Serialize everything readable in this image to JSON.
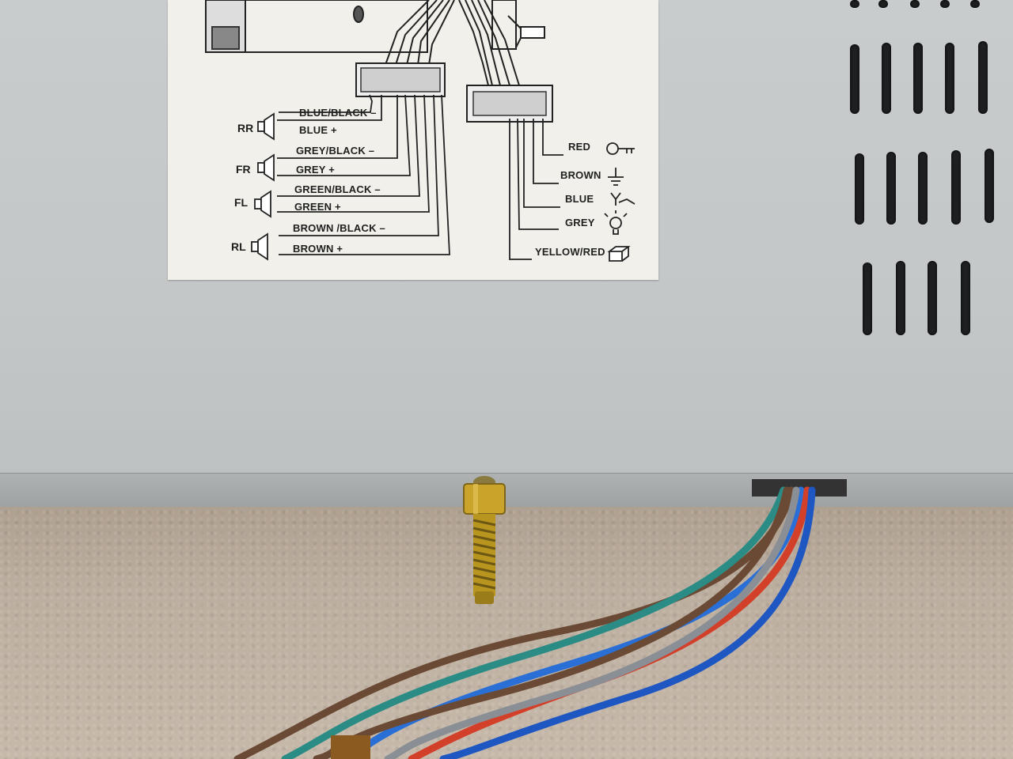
{
  "photo": {
    "subject": "",
    "colors": {
      "housing": "#c5c9c9",
      "label_paper": "#f1f0ea",
      "carpet": "#b9ab9c",
      "brass": "#c9a32a"
    }
  },
  "diagram": {
    "speakers": [
      {
        "code": "RR",
        "neg_wire": "BLUE/BLACK –",
        "pos_wire": "BLUE +"
      },
      {
        "code": "FR",
        "neg_wire": "GREY/BLACK –",
        "pos_wire": "GREY +"
      },
      {
        "code": "FL",
        "neg_wire": "GREEN/BLACK –",
        "pos_wire": "GREEN +"
      },
      {
        "code": "RL",
        "neg_wire": "BROWN /BLACK –",
        "pos_wire": "BROWN +"
      }
    ],
    "power": [
      {
        "wire": "RED",
        "icon": "ignition-key-icon"
      },
      {
        "wire": "BROWN",
        "icon": "ground-icon"
      },
      {
        "wire": "BLUE",
        "icon": "antenna-icon"
      },
      {
        "wire": "GREY",
        "icon": "illumination-bulb-icon"
      },
      {
        "wire": "YELLOW/RED",
        "icon": "battery-icon"
      }
    ]
  },
  "harness_colors": [
    "#2a6fd6",
    "#6b4a35",
    "#2b8c86",
    "#8a8f95",
    "#d2402a",
    "#1f57c2"
  ]
}
